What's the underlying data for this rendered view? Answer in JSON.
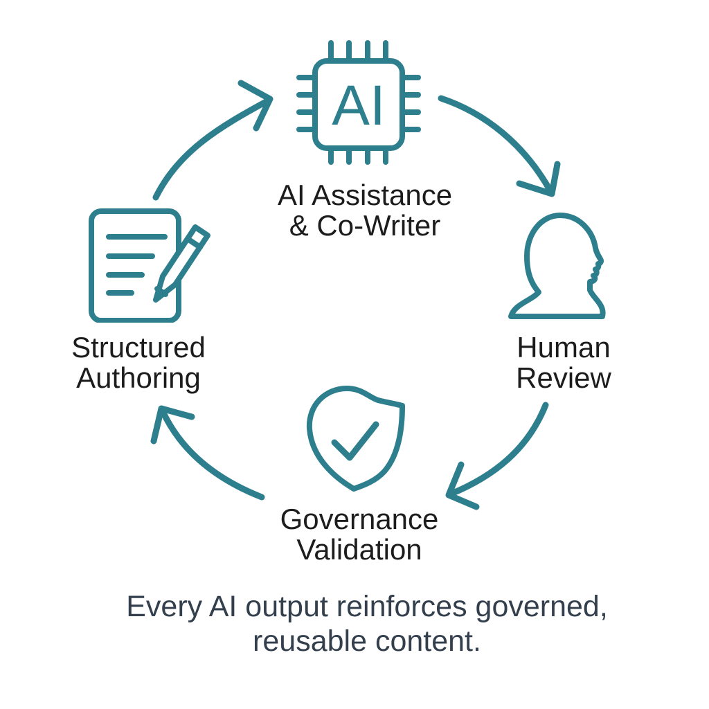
{
  "colors": {
    "accent": "#2E7F8E",
    "node_label": "#1C1C1C",
    "caption_text": "#333F4C",
    "background": "#FFFFFF"
  },
  "diagram": {
    "type": "cycle",
    "direction": "clockwise",
    "nodes": [
      {
        "id": "ai-assistance",
        "icon": "ai-chip-icon",
        "chip_text": "AI",
        "label_line1": "AI Assistance",
        "label_line2": "& Co-Writer",
        "position": "top"
      },
      {
        "id": "human-review",
        "icon": "person-profile-icon",
        "label_line1": "Human",
        "label_line2": "Review",
        "position": "right"
      },
      {
        "id": "governance-validation",
        "icon": "shield-check-icon",
        "label_line1": "Governance",
        "label_line2": "Validation",
        "position": "bottom"
      },
      {
        "id": "structured-authoring",
        "icon": "document-pencil-icon",
        "label_line1": "Structured",
        "label_line2": "Authoring",
        "position": "left"
      }
    ],
    "arrows": [
      {
        "from": "structured-authoring",
        "to": "ai-assistance"
      },
      {
        "from": "ai-assistance",
        "to": "human-review"
      },
      {
        "from": "human-review",
        "to": "governance-validation"
      },
      {
        "from": "governance-validation",
        "to": "structured-authoring"
      }
    ]
  },
  "caption": {
    "line1": "Every AI output reinforces governed,",
    "line2": "reusable content."
  }
}
